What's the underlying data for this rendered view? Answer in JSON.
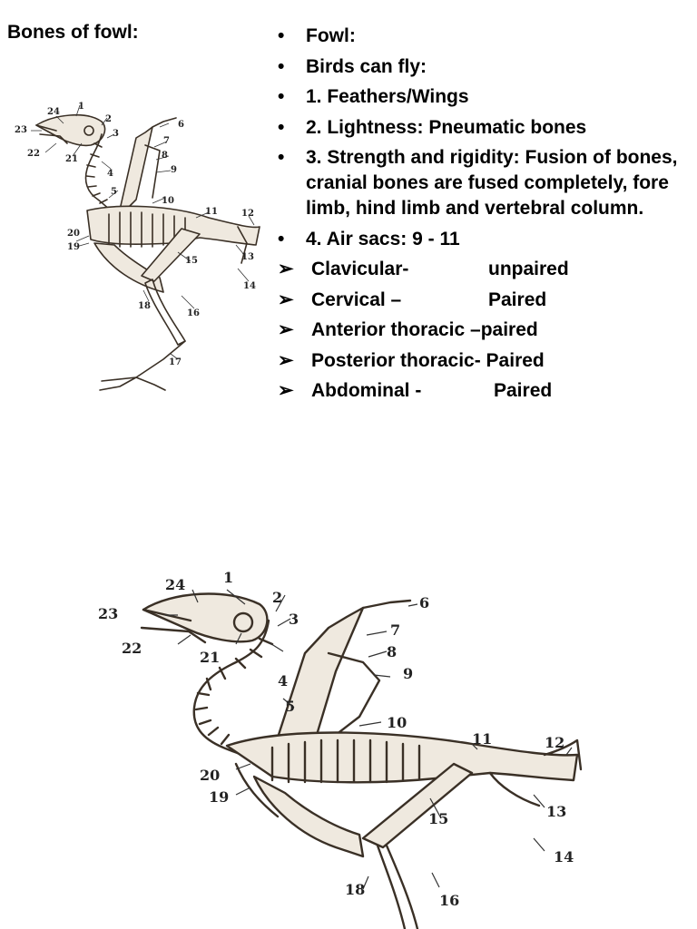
{
  "slide": {
    "heading": "Bones of fowl:",
    "bullets": [
      {
        "marker": "•",
        "text": "Fowl:"
      },
      {
        "marker": "•",
        "text": "Birds can fly:"
      },
      {
        "marker": "•",
        "text": "1. Feathers/Wings"
      },
      {
        "marker": "•",
        "text": "2. Lightness: Pneumatic bones"
      },
      {
        "marker": "•",
        "text": "3. Strength and rigidity: Fusion of bones, cranial bones are fused completely, fore limb, hind limb and vertebral column."
      },
      {
        "marker": "•",
        "text": "4. Air sacs: 9 - 11"
      }
    ],
    "air_sacs": [
      {
        "marker": "➢",
        "name": "Clavicular-",
        "type": "unpaired"
      },
      {
        "marker": "➢",
        "name": "Cervical –",
        "type": "Paired"
      },
      {
        "marker": "➢",
        "name": "Anterior thoracic –paired",
        "type": ""
      },
      {
        "marker": "➢",
        "name": "Posterior thoracic- Paired",
        "type": ""
      },
      {
        "marker": "➢",
        "name": "Abdominal      -",
        "type": "Paired"
      }
    ]
  },
  "figure_labels": [
    "1",
    "2",
    "3",
    "4",
    "5",
    "6",
    "7",
    "8",
    "9",
    "10",
    "11",
    "12",
    "13",
    "14",
    "15",
    "16",
    "17",
    "18",
    "19",
    "20",
    "21",
    "22",
    "23",
    "24"
  ]
}
